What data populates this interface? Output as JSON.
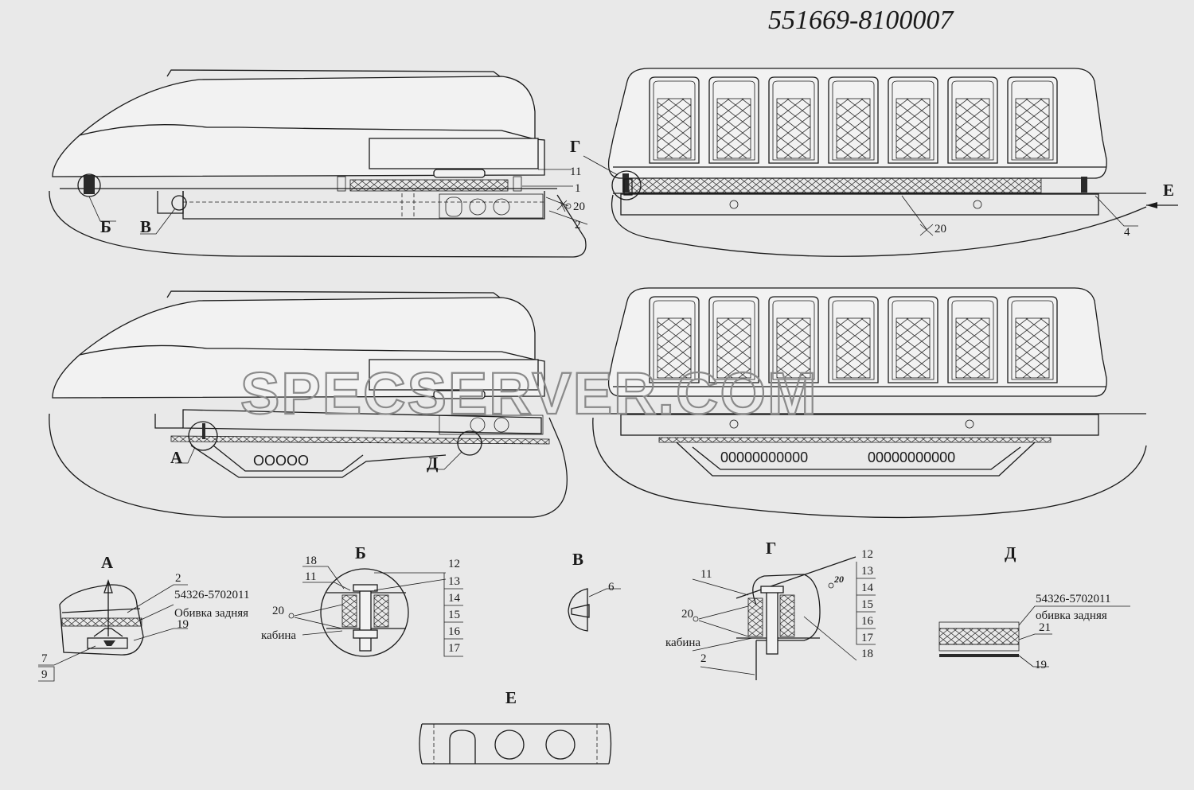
{
  "drawing_number": "551669-8100007",
  "watermark": "SPECSERVER.COM",
  "view_letters": {
    "A": "А",
    "B": "Б",
    "V": "В",
    "G": "Г",
    "D": "Д",
    "E": "Е"
  },
  "callouts": {
    "side_top": [
      "11",
      "1",
      "20",
      "2"
    ],
    "rear_top": [
      "20",
      "4"
    ]
  },
  "detail_A": {
    "labels": [
      "2",
      "19",
      "7",
      "9"
    ],
    "note_part": "54326-5702011",
    "note_text": "Обивка задняя"
  },
  "detail_B": {
    "left_labels": [
      "18",
      "11",
      "20"
    ],
    "right_labels": [
      "12",
      "13",
      "14",
      "15",
      "16",
      "17"
    ],
    "note": "кабина"
  },
  "detail_V": {
    "labels": [
      "6"
    ]
  },
  "detail_G": {
    "left_labels": [
      "11",
      "20",
      "2"
    ],
    "right_labels": [
      "12",
      "13",
      "14",
      "15",
      "16",
      "17",
      "18"
    ],
    "weld_label": "20",
    "note": "кабина"
  },
  "detail_D": {
    "labels": [
      "21",
      "19"
    ],
    "note_part": "54326-5702011",
    "note_text": "обивка задняя"
  }
}
